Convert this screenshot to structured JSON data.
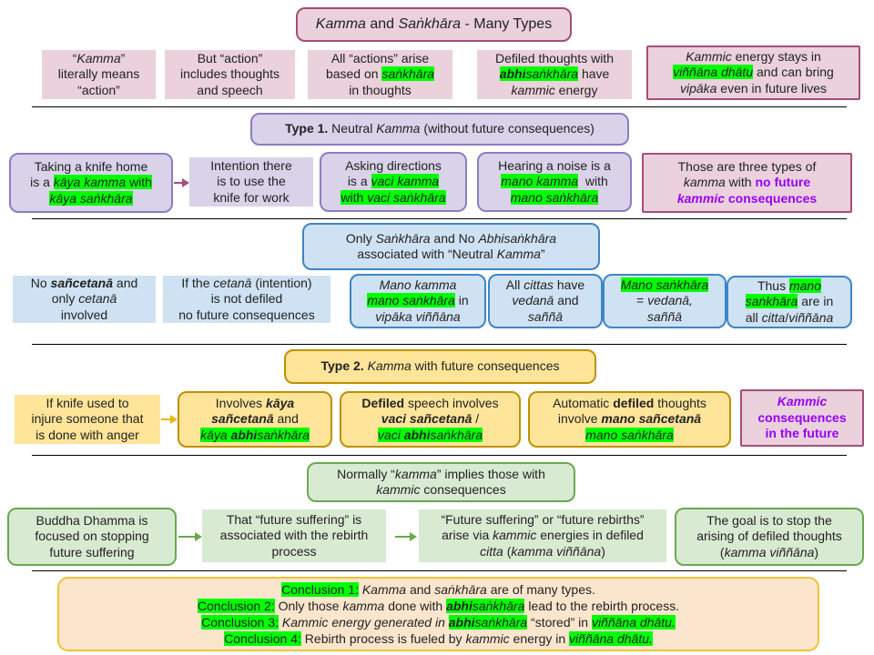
{
  "title": {
    "italic": "Kamma",
    "mid": " and ",
    "word": "Saṅkhāra",
    "rest": " - Many Types"
  },
  "row1": {
    "b1": {
      "l1a": "“",
      "l1b": "Kamma",
      "l1c": "”",
      "l2": "literally means",
      "l3": "“action”"
    },
    "b2": {
      "l1": "But “action”",
      "l2": "includes thoughts",
      "l3": "and speech"
    },
    "b3": {
      "l1": "All “actions” arise",
      "l2a": "based on ",
      "l2b": "saṅkhāra",
      "l3": "in thoughts"
    },
    "b4": {
      "l1": "Defiled thoughts with",
      "l2a": "abhi",
      "l2b": "saṅkhāra",
      "l2c": " have",
      "l3a": "kammic",
      "l3b": " energy"
    },
    "b5": {
      "l1a": "Kammic",
      "l1b": " energy stays in",
      "l2a": "viññāna dhātu",
      "l2b": " and can bring",
      "l3a": "vipāka",
      "l3b": " even in future lives"
    }
  },
  "type1": {
    "header": {
      "a": "Type 1.",
      "b": " Neutral ",
      "c": "Kamma",
      "d": " (without future consequences)"
    },
    "b1": {
      "l1": "Taking a knife home",
      "l2a": "is a ",
      "l2b": "kāya kamma",
      "l2c": " with",
      "l3": "kāya saṅkhāra"
    },
    "b2": {
      "l1": "Intention there",
      "l2": "is to use the",
      "l3": "knife for work"
    },
    "b3": {
      "l1": "Asking directions",
      "l2a": "is a ",
      "l2b": "vaci kamma",
      "l3a": "with ",
      "l3b": "vaci saṅkhāra"
    },
    "b4": {
      "l1": "Hearing a noise is a",
      "l2a": "mano kamma",
      "l2b": "  with",
      "l3": "mano saṅkhāra"
    },
    "b5": {
      "l1": "Those are three types of",
      "l2a": "kamma",
      "l2b": " with ",
      "l2c": "no future",
      "l3a": "kammic",
      "l3b": " consequences"
    }
  },
  "neutral": {
    "header": {
      "l1a": "Only ",
      "l1b": "Saṅkhāra",
      "l1c": " and No ",
      "l1d": "Abhisaṅkhāra",
      "l2a": "associated with “Neutral ",
      "l2b": "Kamma",
      "l2c": "”"
    },
    "b1": {
      "l1a": "No ",
      "l1b": "sañcetanā",
      "l1c": " and",
      "l2a": "only ",
      "l2b": "cetanā",
      "l3": "involved"
    },
    "b2": {
      "l1a": "If the ",
      "l1b": "cetanā",
      "l1c": " (intention)",
      "l2": "is not defiled",
      "l3": "no future consequences"
    },
    "b3": {
      "l1": "Mano kamma",
      "l2a": "mano saṅkhāra",
      "l2b": " in",
      "l3": "vipāka viññāna"
    },
    "b4": {
      "l1a": "All ",
      "l1b": "cittas",
      "l1c": " have",
      "l2a": "vedanā",
      "l2b": " and",
      "l3": "saññā"
    },
    "b5": {
      "l1": "Mano saṅkhāra",
      "l2a": "= ",
      "l2b": "vedanā,",
      "l3": "saññā"
    },
    "b6": {
      "l1a": "Thus ",
      "l1b": "mano",
      "l2a": "saṅkhāra",
      "l2b": " are in",
      "l3a": "all ",
      "l3b": "citta",
      "l3c": "/",
      "l3d": "viññāna"
    }
  },
  "type2": {
    "header": {
      "a": "Type 2.",
      "b": " ",
      "c": "Kamma",
      "d": " with future consequences"
    },
    "b1": {
      "l1": "If knife used to",
      "l2": "injure someone that",
      "l3": "is done with anger"
    },
    "b2": {
      "l1": "Involves ",
      "l1b": "kāya",
      "l2": "sañcetanā",
      "l2b": " and",
      "l3a": "kāya ",
      "l3b": "abhi",
      "l3c": "saṅkhāra"
    },
    "b3": {
      "l1a": "Defiled",
      "l1b": " speech involves",
      "l2": "vaci sañcetanā",
      "l2b": " /",
      "l3a": "vaci ",
      "l3b": "abhi",
      "l3c": "saṅkhāra"
    },
    "b4": {
      "l1a": "Automatic ",
      "l1b": "defiled",
      "l1c": " thoughts",
      "l2a": "involve ",
      "l2b": "mano sañcetanā",
      "l3": "mano saṅkhāra"
    },
    "b5": {
      "l1": "Kammic",
      "l2": "consequences",
      "l3": "in the future"
    }
  },
  "normal": {
    "header": {
      "l1a": "Normally “",
      "l1b": "kamma",
      "l1c": "” implies those with",
      "l2a": "kammic",
      "l2b": " consequences"
    },
    "b1": {
      "l1": "Buddha Dhamma is",
      "l2": "focused on stopping",
      "l3": "future suffering"
    },
    "b2": {
      "l1": "That “future suffering” is",
      "l2": "associated with the rebirth",
      "l3": "process"
    },
    "b3": {
      "l1": "“Future suffering” or “future rebirths”",
      "l2a": "arise via ",
      "l2b": "kammic",
      "l2c": " energies in defiled",
      "l3a": "citta",
      "l3b": " (",
      "l3c": "kamma viññāna",
      "l3d": ")"
    },
    "b4": {
      "l1": "The goal is to stop the",
      "l2": "arising of defiled thoughts",
      "l3a": "(",
      "l3b": "kamma viññāna",
      "l3c": ")"
    }
  },
  "conclusions": {
    "c1": {
      "label": "Conclusion 1:",
      "a": " ",
      "b": "Kamma",
      "c": " and ",
      "d": "saṅkhāra",
      "e": " are of many types."
    },
    "c2": {
      "label": "Conclusion 2:",
      "a": " Only those ",
      "b": "kamma",
      "c": " done with ",
      "d": "abhi",
      "e": "saṅkhāra",
      "f": " lead to the rebirth process."
    },
    "c3": {
      "label": "Conclusion 3:",
      "a": " ",
      "b": "Kammic energy generated in ",
      "c": "abhi",
      "d": "saṅkhāra",
      "e": " “stored” in ",
      "f": "viññāna dhātu."
    },
    "c4": {
      "label": "Conclusion 4:",
      "a": " Rebirth process is fueled by ",
      "b": "kammic",
      "c": " energy in ",
      "d": "viññāna dhātu."
    }
  },
  "colors": {
    "highlight": "#00ff00",
    "accent_purple": "#9900ff"
  }
}
